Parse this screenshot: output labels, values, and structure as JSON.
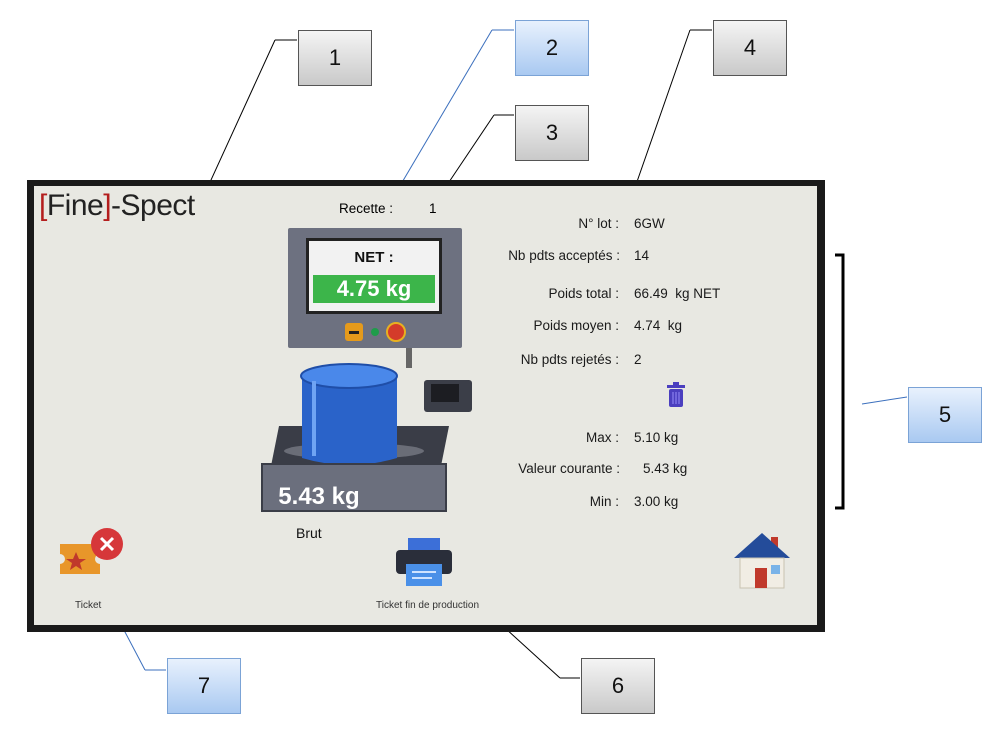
{
  "logo": {
    "open_bracket": "[",
    "brand": "Fine",
    "close_bracket": "]",
    "suffix": "-Spect"
  },
  "recipe": {
    "label": "Recette :",
    "value": "1"
  },
  "net_display": {
    "label": "NET :",
    "value": "4.75 kg"
  },
  "brut": {
    "value": "5.43 kg",
    "label": "Brut"
  },
  "stats": [
    {
      "label": "N° lot :",
      "value": "6GW"
    },
    {
      "label": "Nb pdts acceptés :",
      "value": "14"
    },
    {
      "label": "Poids total :",
      "value": "66.49  kg NET"
    },
    {
      "label": "Poids moyen :",
      "value": "4.74  kg"
    },
    {
      "label": "Nb pdts rejetés :",
      "value": "2"
    },
    {
      "label": "Max :",
      "value": "5.10 kg"
    },
    {
      "label": "Valeur courante :",
      "value": "5.43 kg"
    },
    {
      "label": "Min :",
      "value": "3.00 kg"
    }
  ],
  "buttons": {
    "ticket_label": "Ticket",
    "end_ticket_label": "Ticket fin de production"
  },
  "callouts": [
    "1",
    "2",
    "3",
    "4",
    "5",
    "6",
    "7"
  ],
  "icons": {
    "trash": "trash-icon",
    "home": "home-icon",
    "printer": "printer-icon",
    "ticket": "ticket-cancel-icon"
  },
  "colors": {
    "net_green": "#3cb54a",
    "brand_red": "#b41e1e",
    "trash_purple": "#4b3fbf",
    "callout_blue": "#a9c9f1"
  }
}
